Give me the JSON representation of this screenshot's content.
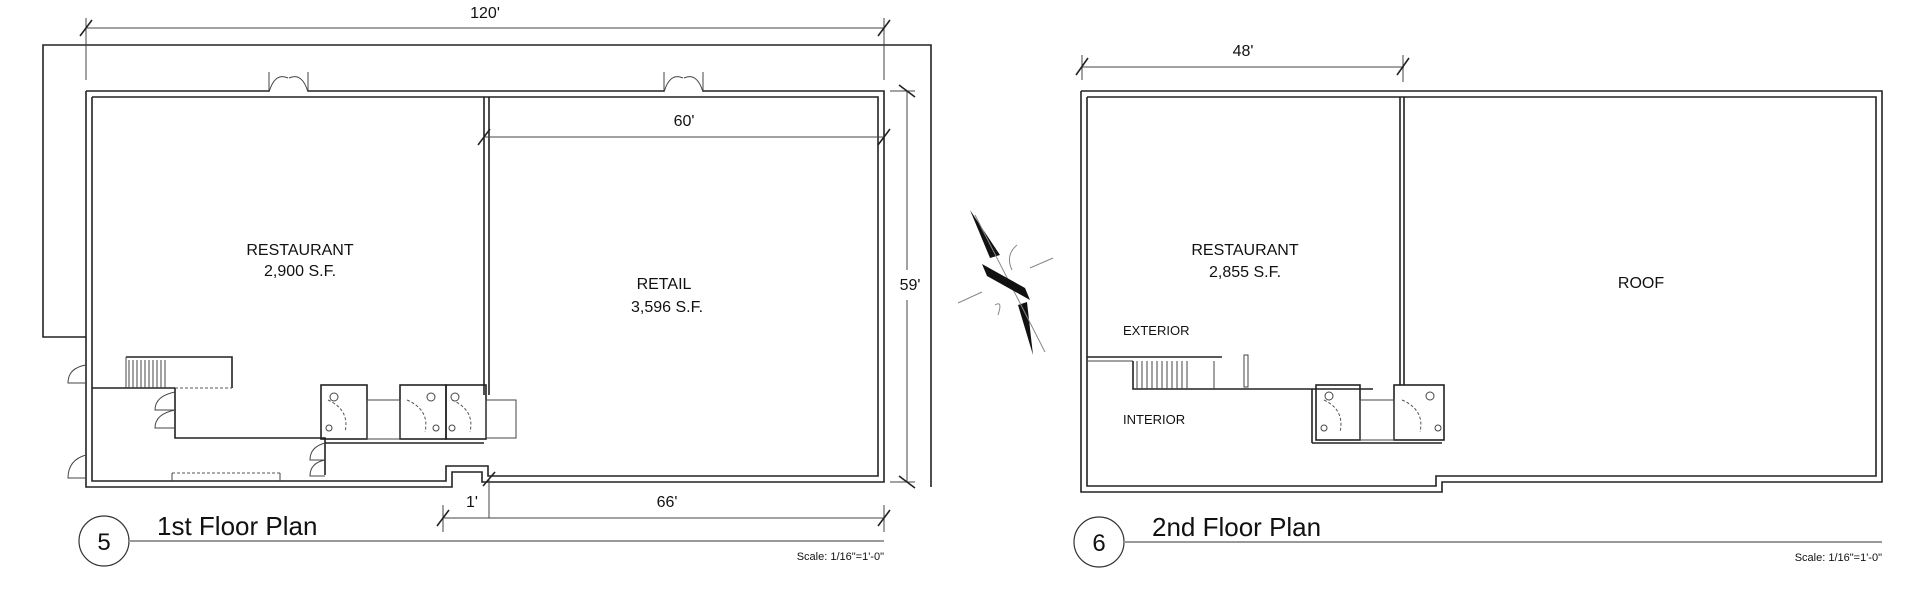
{
  "plan1": {
    "number": "5",
    "title": "1st Floor Plan",
    "scale": "Scale: 1/16\"=1'-0\"",
    "dims": {
      "overall_width": "120'",
      "retail_width": "60'",
      "depth": "59'",
      "offset": "1'",
      "bottom_width": "66'"
    },
    "rooms": [
      {
        "name": "RESTAURANT",
        "area": "2,900 S.F."
      },
      {
        "name": "RETAIL",
        "area": "3,596 S.F."
      }
    ]
  },
  "plan2": {
    "number": "6",
    "title": "2nd Floor Plan",
    "scale": "Scale: 1/16\"=1'-0\"",
    "dims": {
      "restaurant_width": "48'"
    },
    "rooms": [
      {
        "name": "RESTAURANT",
        "area": "2,855 S.F."
      },
      {
        "name": "ROOF"
      }
    ],
    "labels": {
      "exterior": "EXTERIOR",
      "interior": "INTERIOR"
    }
  }
}
